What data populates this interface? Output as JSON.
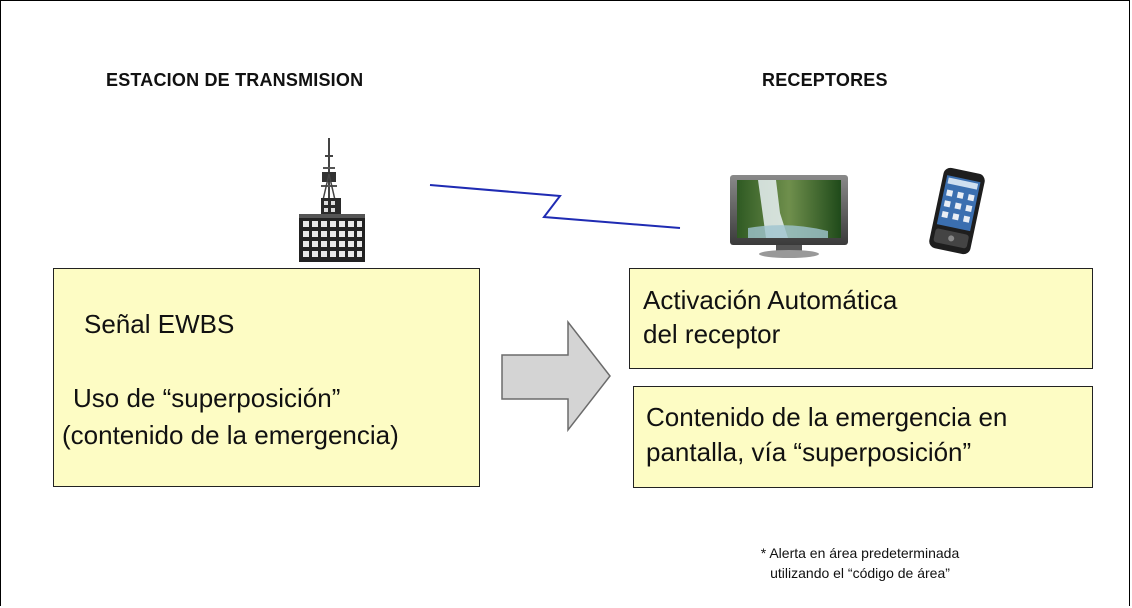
{
  "diagram": {
    "left_heading": "ESTACION DE TRANSMISION",
    "right_heading": "RECEPTORES",
    "left_box": {
      "line1": "Señal EWBS",
      "line2": "Uso de “superposición”",
      "line3": "(contenido de la emergencia)"
    },
    "activation_box": {
      "line1": "Activación Automática",
      "line2": "del receptor"
    },
    "content_box": {
      "line1": "Contenido de la  emergencia en",
      "line2": "pantalla, vía “superposición”"
    },
    "footnote": {
      "line1": "* Alerta en área predeterminada",
      "line2": "utilizando el “código de área”"
    },
    "icons": [
      "transmission-tower-icon",
      "television-icon",
      "smartphone-icon"
    ],
    "colors": {
      "box_fill": "#fdfcc4",
      "arrow_fill": "#d4d4d4",
      "signal_line": "#1f2bb3"
    }
  }
}
